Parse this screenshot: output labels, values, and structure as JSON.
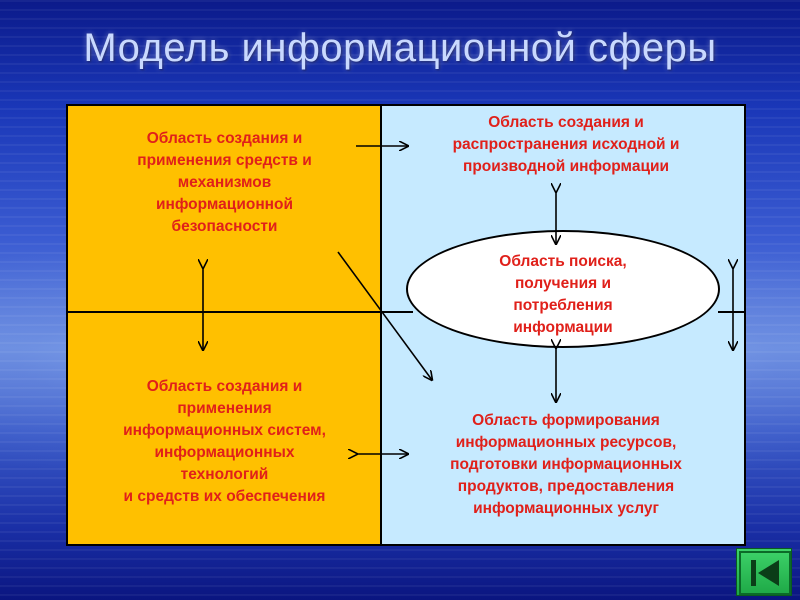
{
  "slide": {
    "title": "Модель информационной сферы"
  },
  "diagram": {
    "top_left": [
      "Область создания и",
      "применения средств и",
      "механизмов",
      "информационной",
      "безопасности"
    ],
    "top_right": [
      "Область создания и",
      "распространения исходной и",
      "производной информации"
    ],
    "center": [
      "Область поиска,",
      "получения и",
      "потребления",
      "информации"
    ],
    "bottom_left": [
      "Область создания и",
      "применения",
      "информационных систем,",
      "информационных",
      "технологий",
      "и средств их обеспечения"
    ],
    "bottom_right": [
      "Область формирования",
      "информационных ресурсов,",
      "подготовки информационных",
      "продуктов, предоставления",
      "информационных услуг"
    ]
  },
  "colors": {
    "left_panel": "#ffc000",
    "right_panel": "#c6eaff",
    "text": "#e0201a",
    "nav_button": "#2cc058"
  },
  "icons": {
    "nav_button": "skip-back-icon"
  }
}
